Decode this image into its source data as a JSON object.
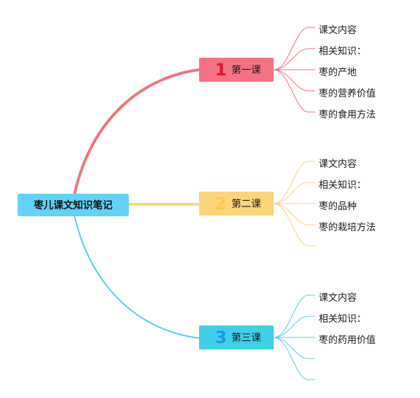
{
  "root": {
    "label": "枣儿课文知识笔记"
  },
  "lessons": [
    {
      "num": "1",
      "label": "第一课",
      "color": "#f37382",
      "line": "#ef7380",
      "items": [
        "课文内容",
        "相关知识：",
        "枣的产地",
        "枣的营养价值",
        "枣的食用方法"
      ]
    },
    {
      "num": "2",
      "label": "第二课",
      "color": "#fcd57a",
      "line": "#fbd37f",
      "items": [
        "课文内容",
        "相关知识：",
        "枣的品种",
        "枣的栽培方法",
        ""
      ]
    },
    {
      "num": "3",
      "label": "第三课",
      "color": "#40cfe8",
      "line": "#5bcfe3",
      "items": [
        "课文内容",
        "相关知识：",
        "枣的药用价值",
        "",
        ""
      ]
    }
  ]
}
